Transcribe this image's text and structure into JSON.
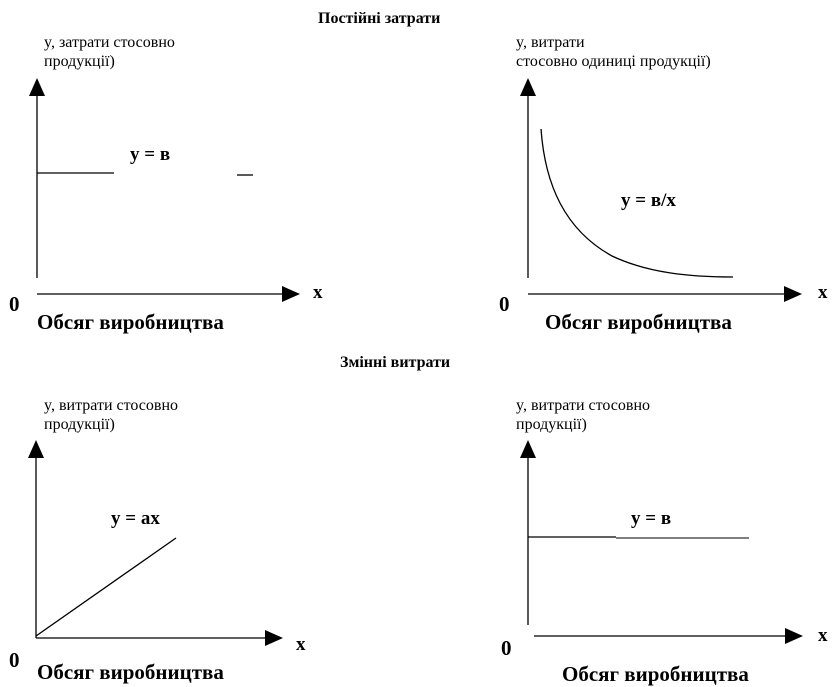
{
  "sections": {
    "fixed": "Постійні затрати",
    "variable": "Змінні витрати"
  },
  "graphs": [
    {
      "id": "fixed-total",
      "y_label_line1": "y, затрати стосовно",
      "y_label_line2": "продукції)",
      "equation": "y = в",
      "x_axis": "x",
      "origin": "0",
      "x_label": "Обсяг виробництва",
      "curve": "horizontal"
    },
    {
      "id": "fixed-per-unit",
      "y_label_line1": "y, витрати",
      "y_label_line2": "стосовно одиниці продукції)",
      "equation": "y = в/x",
      "x_axis": "x",
      "origin": "0",
      "x_label": "Обсяг виробництва",
      "curve": "hyperbola"
    },
    {
      "id": "variable-total",
      "y_label_line1": "y, витрати стосовно",
      "y_label_line2": "продукції)",
      "equation": "y = ax",
      "x_axis": "x",
      "origin": "0",
      "x_label": "Обсяг виробництва",
      "curve": "linear"
    },
    {
      "id": "variable-per-unit",
      "y_label_line1": "y, витрати стосовно",
      "y_label_line2": "продукції)",
      "equation": "y = в",
      "x_axis": "x",
      "origin": "0",
      "x_label": "Обсяг виробництва",
      "curve": "horizontal"
    }
  ],
  "colors": {
    "ink": "#000000",
    "background": "#ffffff"
  }
}
